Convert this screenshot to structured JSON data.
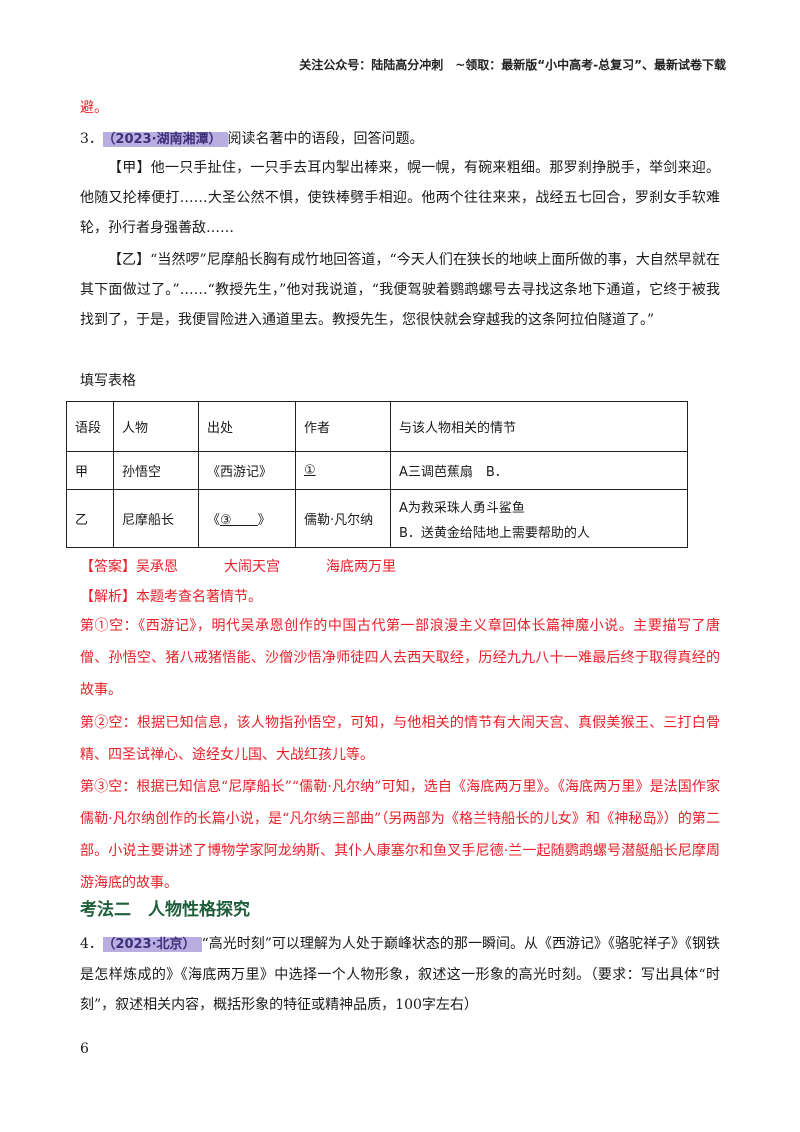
{
  "header": {
    "text": "关注公众号：陆陆高分冲刺　~领取：最新版“小中高考-总复习”、最新试卷下载"
  },
  "prev_tail": "避。",
  "q3": {
    "number": "3．",
    "tag": "（2023·湖南湘潭）",
    "prompt": "阅读名著中的语段，回答问题。",
    "jia": "【甲】他一只手扯住，一只手去耳内掣出棒来，幌一幌，有碗来粗细。那罗刹挣脱手，举剑来迎。他随又抡棒便打……大圣公然不惧，使铁棒劈手相迎。他两个往往来来，战经五七回合，罗刹女手软难轮，孙行者身强善敌……",
    "yi": "【乙】“当然啰”尼摩船长胸有成竹地回答道，“今天人们在狭长的地峡上面所做的事，大自然早就在其下面做过了。”……“教授先生，”他对我说道，“我便驾驶着鹦鹉螺号去寻找这条地下通道，它终于被我找到了，于是，我便冒险进入通道里去。教授先生，您很快就会穿越我的这条阿拉伯隧道了。”",
    "table_caption": "填写表格",
    "table": {
      "headers": [
        "语段",
        "人物",
        "出处",
        "作者",
        "与该人物相关的情节"
      ],
      "row1": {
        "seg": "甲",
        "person": "孙悟空",
        "source": "《西游记》",
        "author": "①",
        "plot": "A三调芭蕉扇　B．"
      },
      "row2": {
        "seg": "乙",
        "person": "尼摩船长",
        "source_pre": "《",
        "source_blank": "③　　",
        "source_post": "》",
        "author": "儒勒·凡尔纳",
        "plot_a": "A为救采珠人勇斗鲨鱼",
        "plot_b": "B．送黄金给陆地上需要帮助的人"
      }
    },
    "answer_label": "【答案】",
    "answers": [
      "吴承恩",
      "大闹天宫",
      "海底两万里"
    ],
    "analysis_label": "【解析】",
    "analysis_intro": "本题考查名著情节。",
    "analysis_1": "第①空：《西游记》，明代吴承恩创作的中国古代第一部浪漫主义章回体长篇神魔小说。主要描写了唐僧、孙悟空、猪八戒猪悟能、沙僧沙悟净师徒四人去西天取经，历经九九八十一难最后终于取得真经的故事。",
    "analysis_2": "第②空：根据已知信息，该人物指孙悟空，可知，与他相关的情节有大闹天宫、真假美猴王、三打白骨精、四圣试禅心、途经女儿国、大战红孩儿等。",
    "analysis_3": "第③空：根据已知信息“尼摩船长”“儒勒·凡尔纳”可知，选自《海底两万里》。《海底两万里》是法国作家儒勒·凡尔纳创作的长篇小说，是“凡尔纳三部曲”（另两部为《格兰特船长的儿女》和《神秘岛》）的第二部。小说主要讲述了博物学家阿龙纳斯、其仆人康塞尔和鱼叉手尼德·兰一起随鹦鹉螺号潜艇船长尼摩周游海底的故事。"
  },
  "section": {
    "title": "考法二　人物性格探究"
  },
  "q4": {
    "number": "4．",
    "tag": "（2023·北京）",
    "text": "“高光时刻”可以理解为人处于巅峰状态的那一瞬间。从《西游记》《骆驼祥子》《钢铁是怎样炼成的》《海底两万里》中选择一个人物形象，叙述这一形象的高光时刻。（要求：写出具体“时刻”，叙述相关内容，概括形象的特征或精神品质，100字左右）"
  },
  "page_number": "6"
}
